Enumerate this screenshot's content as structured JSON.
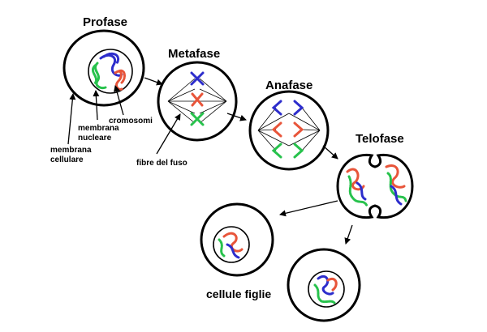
{
  "phases": {
    "prophase": "Profase",
    "metaphase": "Metafase",
    "anaphase": "Anafase",
    "telophase": "Telofase"
  },
  "labels": {
    "cell_membrane": [
      "membrana",
      "cellulare"
    ],
    "nuclear_membrane": [
      "membrana",
      "nucleare"
    ],
    "chromosomes": "cromosomi",
    "spindle_fibers": "fibre del fuso",
    "daughter_cells": "cellule figlie"
  },
  "colors": {
    "blue": "#2d2dcc",
    "red": "#e8553a",
    "green": "#27c24c",
    "outline": "#000000"
  }
}
